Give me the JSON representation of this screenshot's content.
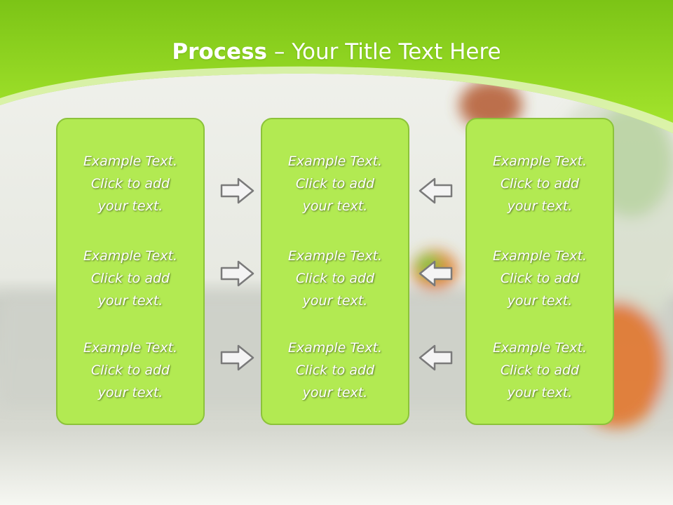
{
  "slide": {
    "title_bold": "Process",
    "title_rest": " – Your Title Text Here",
    "colors": {
      "header_green": "#8fd31c",
      "box_fill": "#b2ea52",
      "box_border": "#8cc33a",
      "arrow_stroke": "#7a7a7a",
      "arrow_fill": "#f4f4f4"
    }
  },
  "columns": [
    {
      "texts": [
        "Example Text.\nClick  to add\nyour text.",
        "Example Text.\nClick  to add\nyour text.",
        "Example Text.\nClick  to add\nyour text."
      ]
    },
    {
      "texts": [
        "Example Text.\nClick  to add\nyour text.",
        "Example Text.\nClick  to add\nyour text.",
        "Example Text.\nClick  to add\nyour text."
      ]
    },
    {
      "texts": [
        "Example Text.\nClick  to add\nyour text.",
        "Example Text.\nClick  to add\nyour text.",
        "Example Text.\nClick  to add\nyour text."
      ]
    }
  ],
  "arrows": {
    "left_group": [
      "right-arrow-icon",
      "right-arrow-icon",
      "right-arrow-icon"
    ],
    "right_group": [
      "left-arrow-icon",
      "left-arrow-icon",
      "left-arrow-icon"
    ]
  }
}
